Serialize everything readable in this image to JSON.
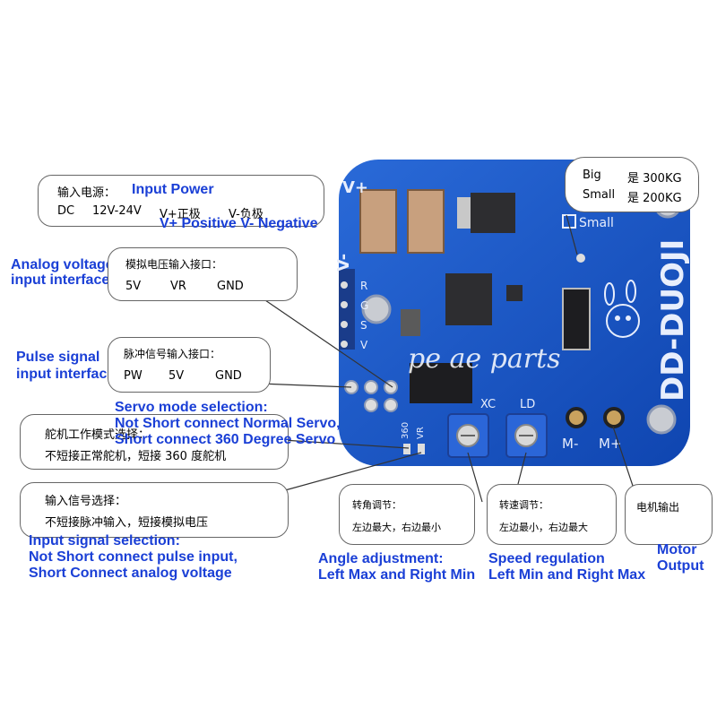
{
  "power": {
    "cn_label": "输入电源：",
    "en_title": "Input Power",
    "line": [
      "DC",
      "12V-24V",
      "V+正极",
      "V-负极"
    ],
    "en_polarity": "V+ Positive  V- Negative"
  },
  "analog": {
    "en": [
      "Analog voltage",
      "input interface"
    ],
    "cn_label": "模拟电压输入接口：",
    "pins": [
      "5V",
      "VR",
      "GND"
    ]
  },
  "pulse": {
    "en": [
      "Pulse signal",
      "input interface"
    ],
    "cn_label": "脉冲信号输入接口：",
    "pins": [
      "PW",
      "5V",
      "GND"
    ]
  },
  "servo_mode": {
    "en": [
      "Servo mode selection:",
      "Not Short connect Normal Servo,",
      "Short connect 360 Degree Servo"
    ],
    "cn": [
      "舵机工作模式选择：",
      "不短接正常舵机，短接 360 度舵机"
    ]
  },
  "input_select": {
    "cn": [
      "输入信号选择：",
      "不短接脉冲输入，短接模拟电压"
    ],
    "en": [
      "Input signal selection:",
      "Not Short connect pulse input,",
      "Short Connect analog voltage"
    ]
  },
  "size": {
    "rows": [
      {
        "name": "Big",
        "cn": "是 300KG"
      },
      {
        "name": "Small",
        "cn": "是 200KG"
      }
    ]
  },
  "angle": {
    "cn": [
      "转角调节：",
      "左边最大，右边最小"
    ],
    "en": [
      "Angle adjustment:",
      "Left Max and Right Min"
    ]
  },
  "speed": {
    "cn": [
      "转速调节：",
      "左边最小，右边最大"
    ],
    "en": [
      "Speed regulation",
      "Left Min and Right Max"
    ]
  },
  "motor": {
    "cn": "电机输出",
    "en": [
      "Motor",
      "Output"
    ]
  },
  "board": {
    "name": "DD-DUOJI",
    "silk_vplus": "V+",
    "silk_vminus": "V-",
    "pins_rgsv": [
      "R",
      "G",
      "S",
      "V"
    ],
    "small": "Small",
    "xc": "XC",
    "ld": "LD",
    "m_minus": "M-",
    "m_plus": "M+",
    "j360": "360",
    "jvr": "VR",
    "watermark": "pe ae parts"
  },
  "colors": {
    "board": "#1453c4",
    "annotation": "#1a3fd6",
    "callout_border": "#666666"
  }
}
